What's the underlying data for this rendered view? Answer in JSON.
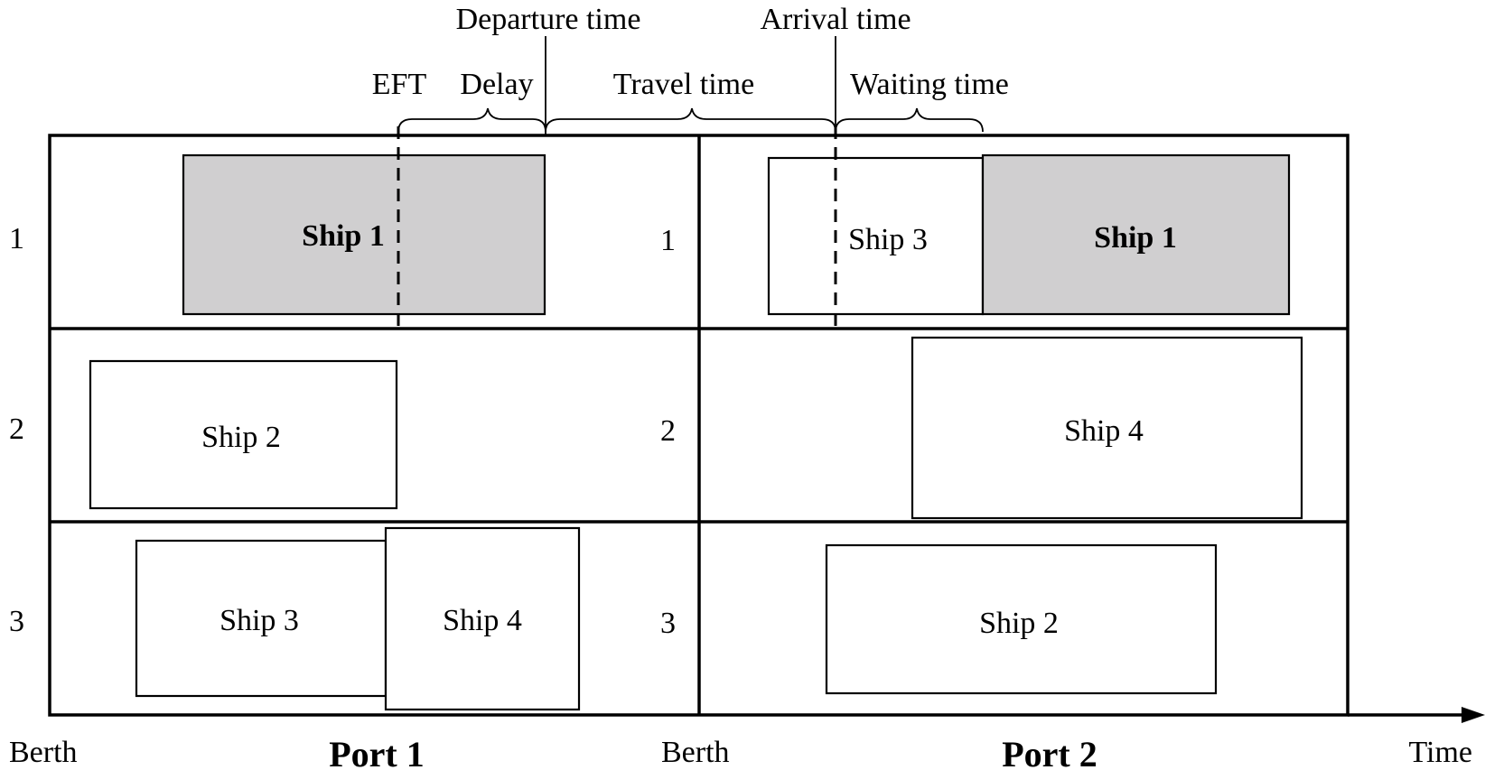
{
  "axis": {
    "berth_label": "Berth",
    "time_label": "Time"
  },
  "ports": [
    {
      "name": "Port 1",
      "berths": [
        "1",
        "2",
        "3"
      ]
    },
    {
      "name": "Port 2",
      "berths": [
        "1",
        "2",
        "3"
      ]
    }
  ],
  "ships": {
    "p1_b1": {
      "label": "Ship 1",
      "highlight": true
    },
    "p1_b2": {
      "label": "Ship 2",
      "highlight": false
    },
    "p1_b3_a": {
      "label": "Ship 3",
      "highlight": false
    },
    "p1_b3_b": {
      "label": "Ship 4",
      "highlight": false
    },
    "p2_b1_a": {
      "label": "Ship 3",
      "highlight": false
    },
    "p2_b1_b": {
      "label": "Ship 1",
      "highlight": true
    },
    "p2_b2": {
      "label": "Ship 4",
      "highlight": false
    },
    "p2_b3": {
      "label": "Ship 2",
      "highlight": false
    }
  },
  "annotations": {
    "eft": "EFT",
    "delay": "Delay",
    "departure_time": "Departure time",
    "travel_time": "Travel time",
    "arrival_time": "Arrival time",
    "waiting_time": "Waiting time"
  },
  "colors": {
    "highlight_fill": "#d0cfd0",
    "line": "#000000",
    "background": "#ffffff"
  }
}
